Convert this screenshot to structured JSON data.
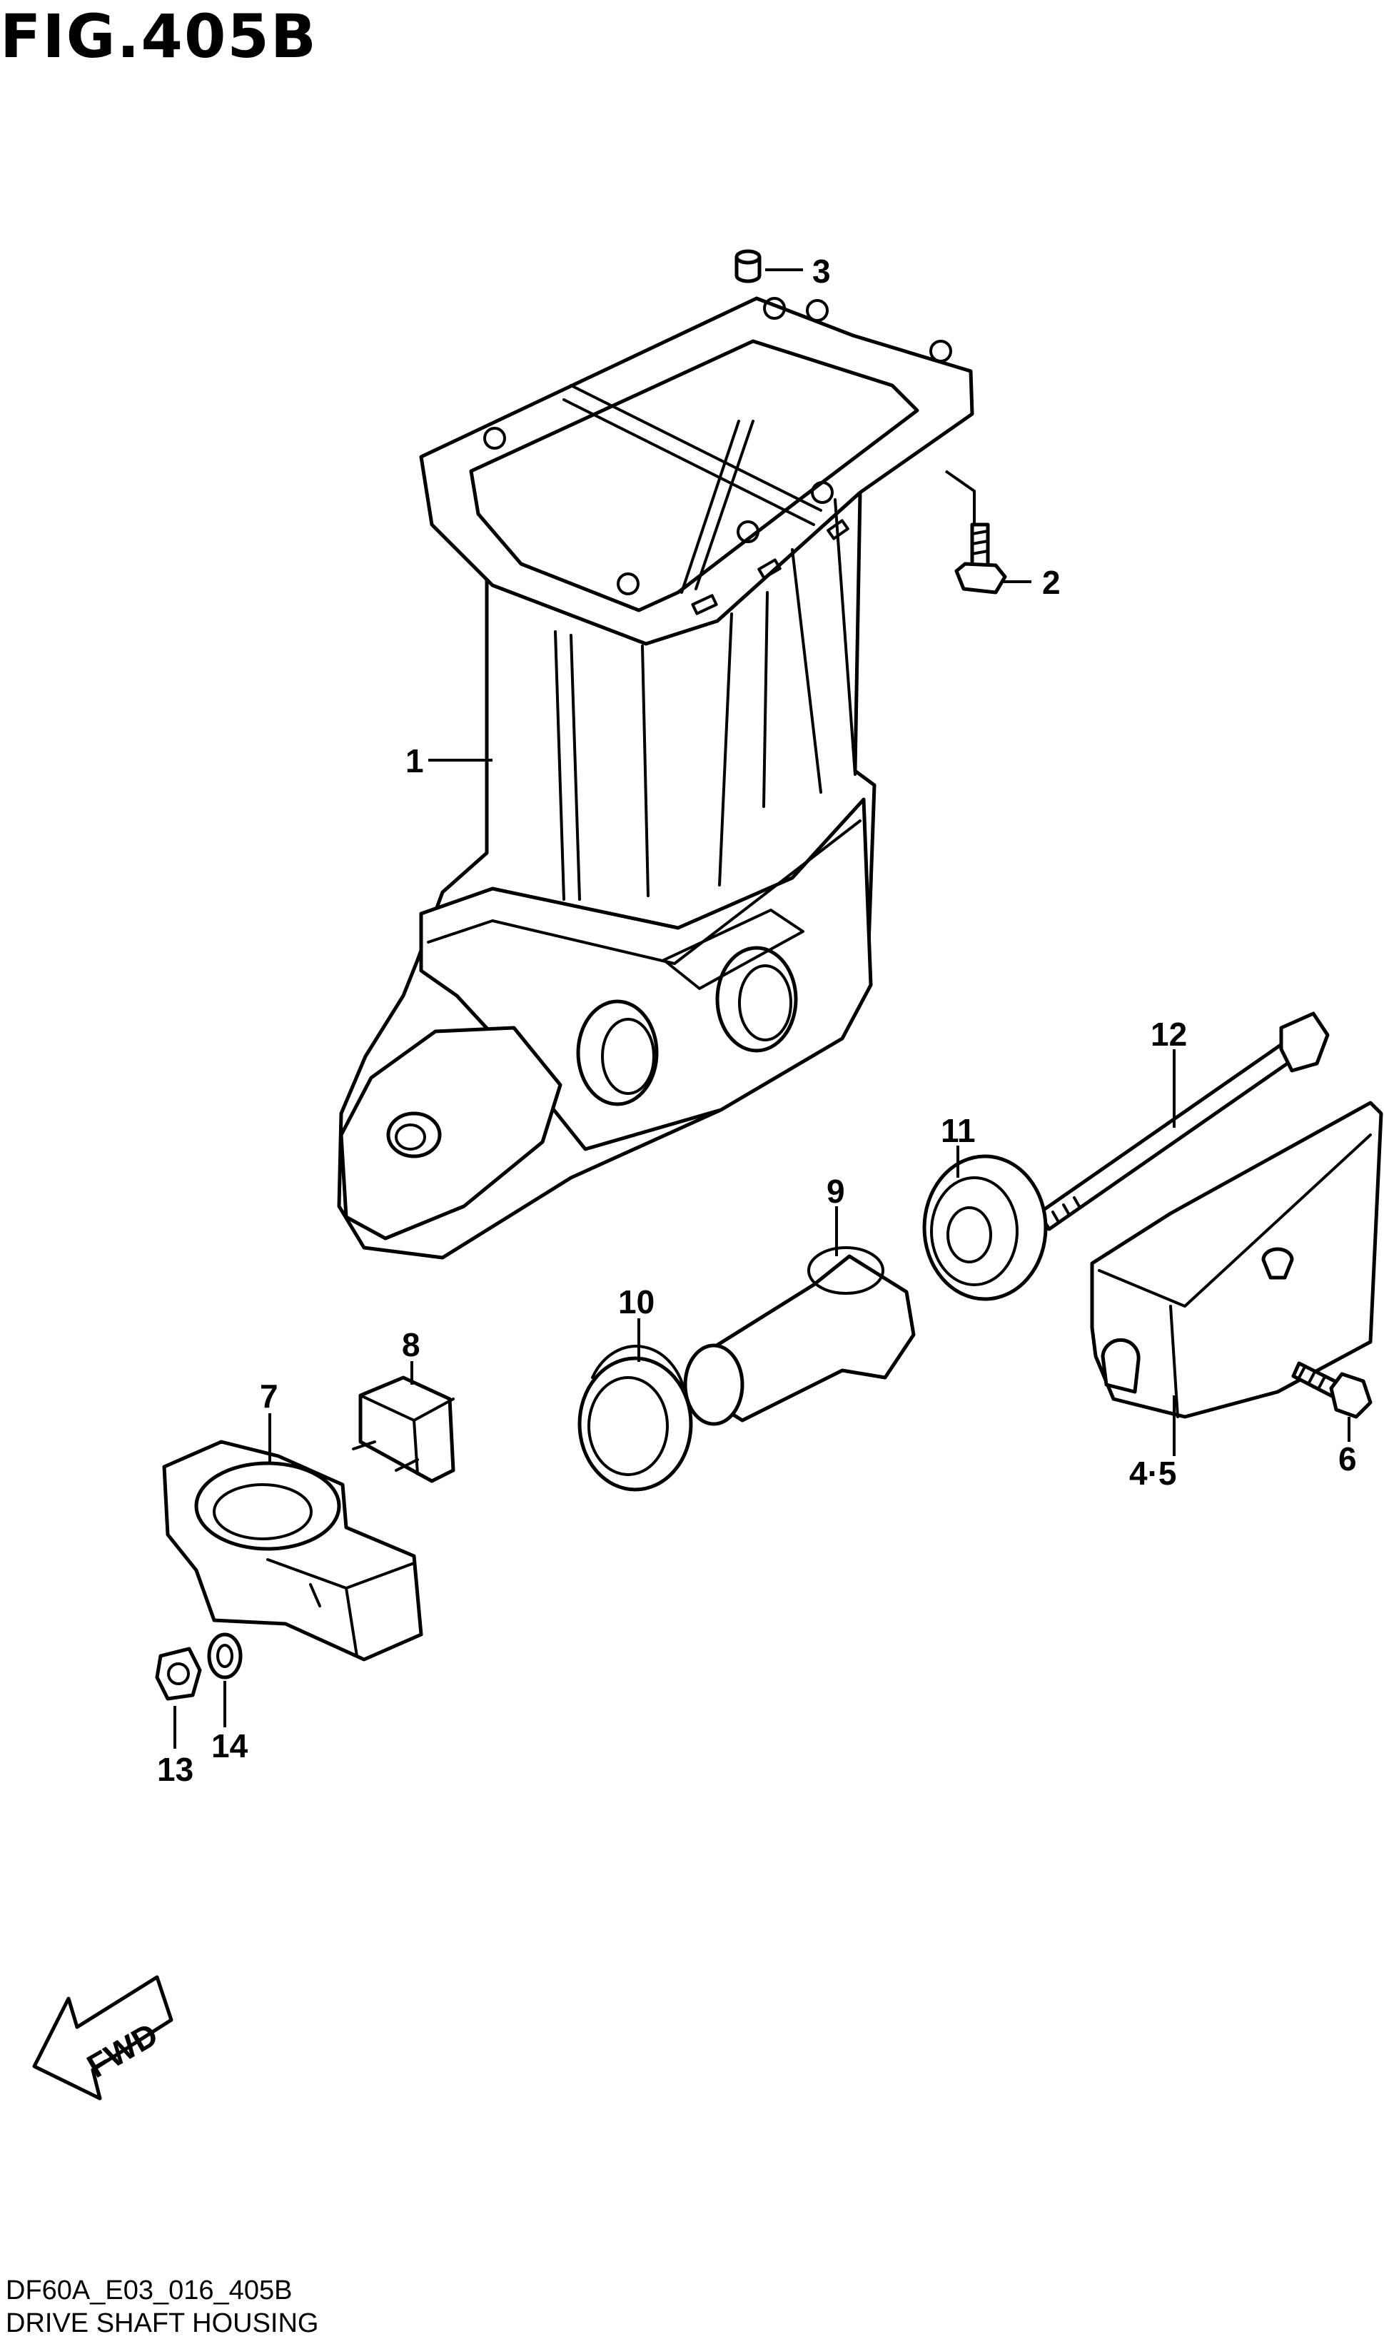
{
  "figure": {
    "title": "FIG.405B",
    "code": "DF60A_E03_016_405B",
    "name": "DRIVE SHAFT HOUSING"
  },
  "parts": [
    {
      "id": "p1",
      "label": "1"
    },
    {
      "id": "p2",
      "label": "2"
    },
    {
      "id": "p3",
      "label": "3"
    },
    {
      "id": "p45",
      "label": "4·5"
    },
    {
      "id": "p6",
      "label": "6"
    },
    {
      "id": "p7",
      "label": "7"
    },
    {
      "id": "p8",
      "label": "8"
    },
    {
      "id": "p9",
      "label": "9"
    },
    {
      "id": "p10",
      "label": "10"
    },
    {
      "id": "p11",
      "label": "11"
    },
    {
      "id": "p12",
      "label": "12"
    },
    {
      "id": "p13",
      "label": "13"
    },
    {
      "id": "p14",
      "label": "14"
    }
  ],
  "direction_marker": {
    "label": "FWD"
  }
}
